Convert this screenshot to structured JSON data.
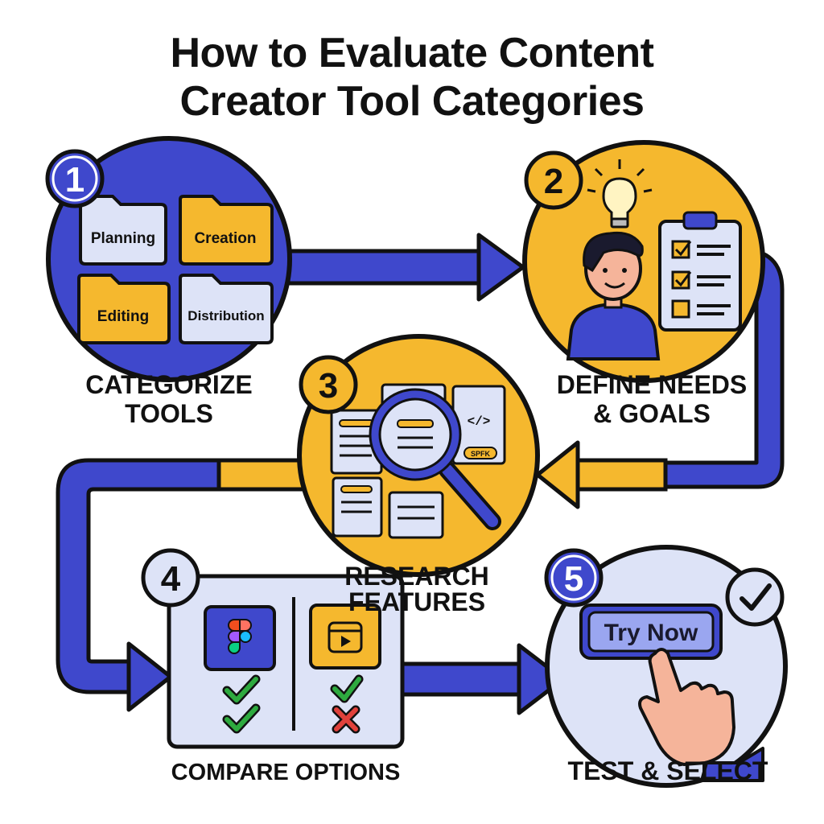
{
  "title": {
    "line1": "How to Evaluate Content",
    "line2": "Creator Tool Categories"
  },
  "colors": {
    "blue": "#3f48cc",
    "yellow": "#f5b82e",
    "light": "#dde3f7",
    "outline": "#111111",
    "check": "#2eaa3f",
    "cross": "#e0413b",
    "skin": "#f5b49a"
  },
  "steps": [
    {
      "number": "1",
      "label_line1": "CATEGORIZE",
      "label_line2": "TOOLS",
      "folders": [
        "Planning",
        "Creation",
        "Editing",
        "Distribution"
      ]
    },
    {
      "number": "2",
      "label_line1": "DEFINE NEEDS",
      "label_line2": "& GOALS",
      "icons": [
        "lightbulb-icon",
        "person-icon",
        "clipboard-checklist-icon"
      ]
    },
    {
      "number": "3",
      "label_line1": "RESEARCH",
      "label_line2": "FEATURES",
      "badge": "SPFK",
      "code_glyph": "</>",
      "icons": [
        "magnifier-icon",
        "document-icon",
        "code-icon"
      ]
    },
    {
      "number": "4",
      "label_line1": "COMPARE OPTIONS",
      "icons": [
        "figma-logo-icon",
        "video-clip-icon",
        "check-icon",
        "cross-icon"
      ]
    },
    {
      "number": "5",
      "label_line1": "TEST & SELECT",
      "button": "Try Now",
      "icons": [
        "check-circle-icon",
        "pointing-hand-icon"
      ]
    }
  ]
}
